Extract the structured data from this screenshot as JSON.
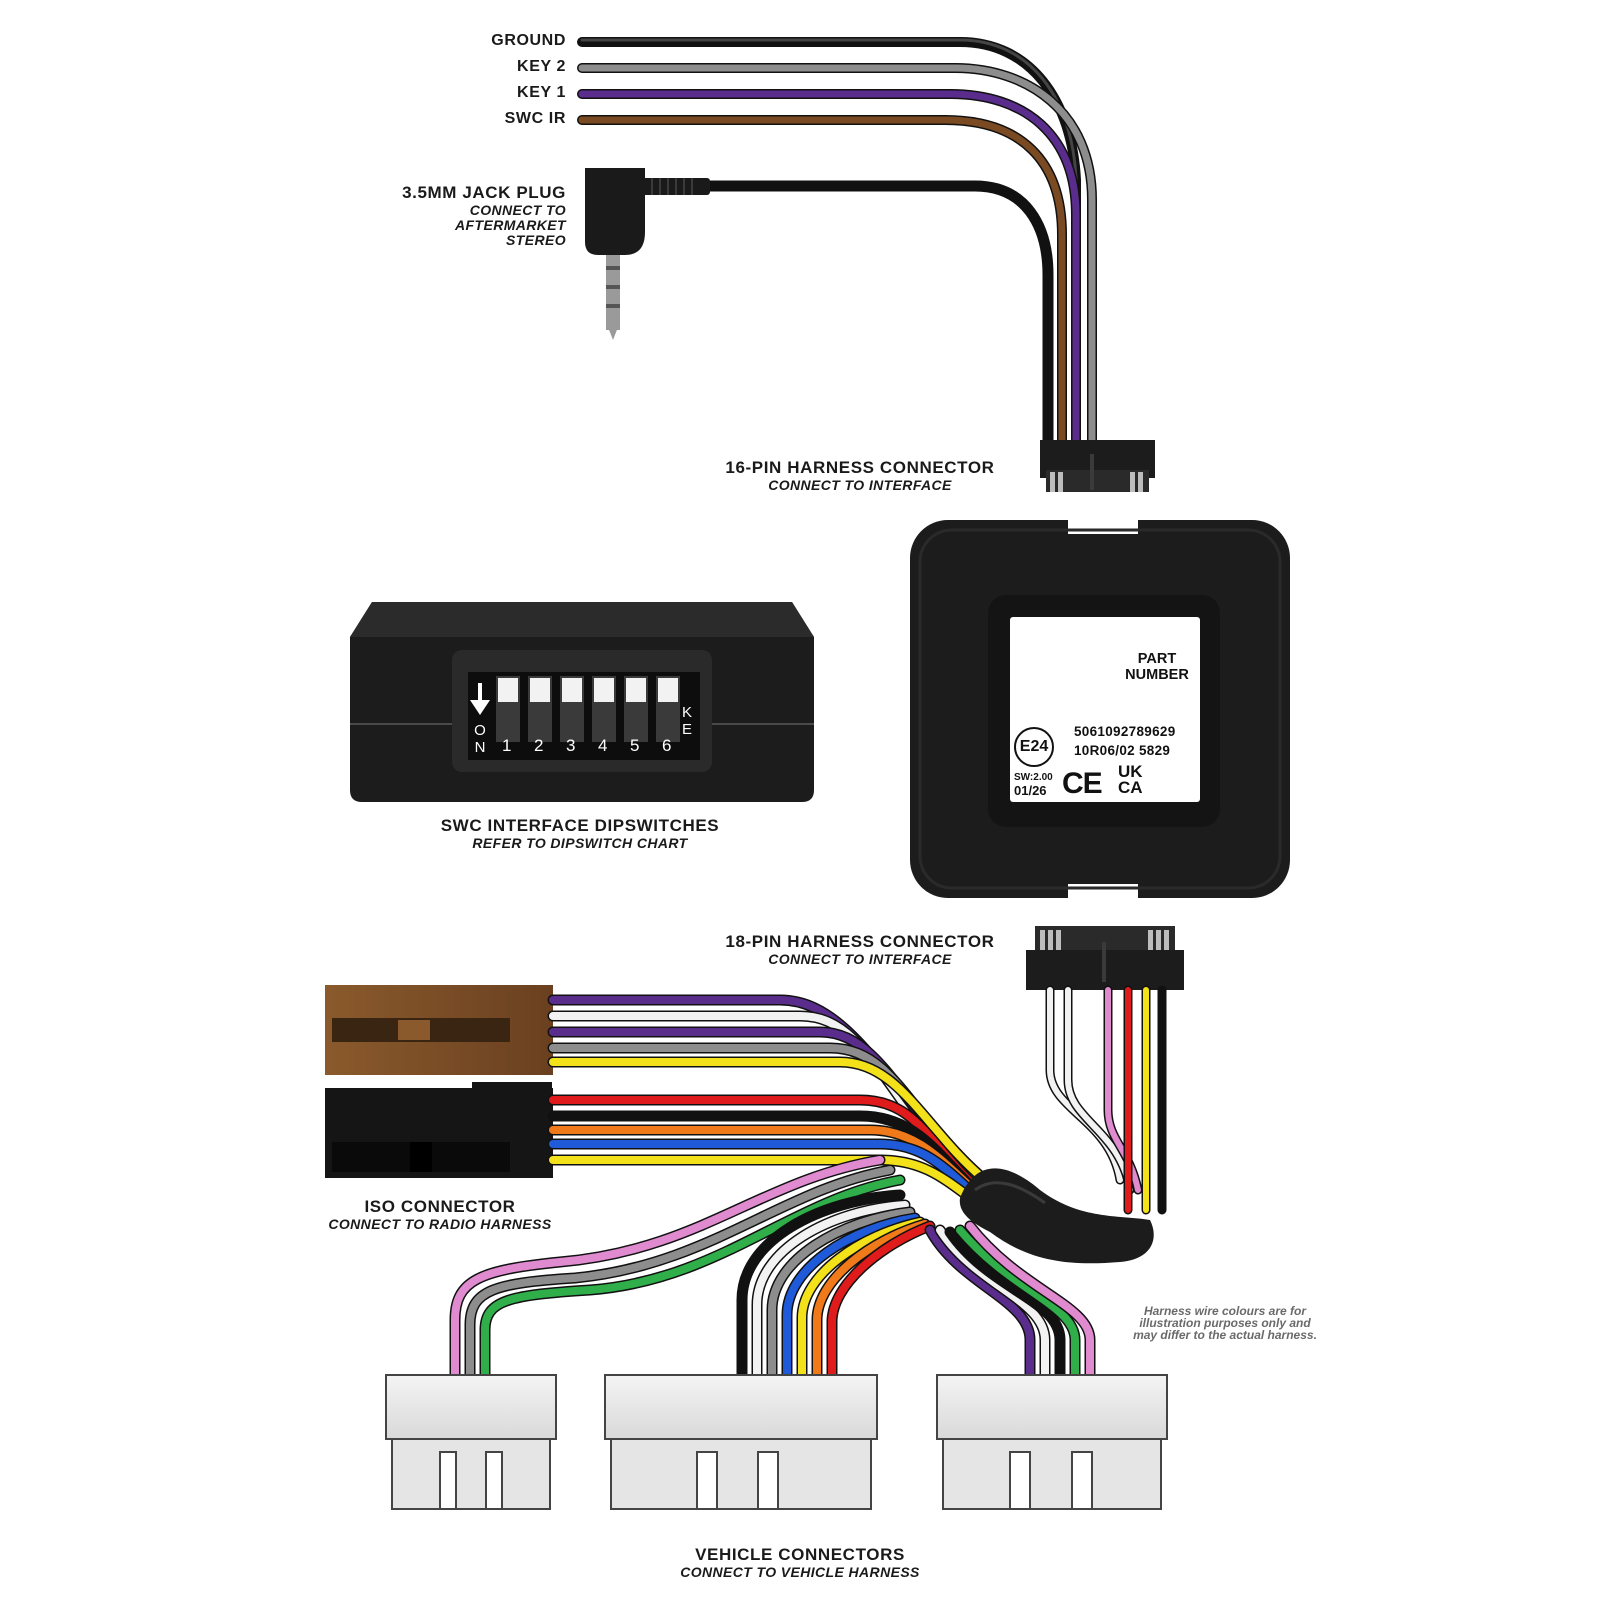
{
  "wires": {
    "ground": "GROUND",
    "key2": "KEY 2",
    "key1": "KEY 1",
    "swc_ir": "SWC IR"
  },
  "jack": {
    "title": "3.5MM JACK PLUG",
    "sub1": "CONNECT TO",
    "sub2": "AFTERMARKET",
    "sub3": "STEREO"
  },
  "pin16": {
    "title": "16-PIN HARNESS CONNECTOR",
    "sub": "CONNECT TO INTERFACE"
  },
  "dip": {
    "title": "SWC INTERFACE DIPSWITCHES",
    "sub": "REFER TO DIPSWITCH CHART",
    "on_label": "O\nN",
    "ke_label": "K\nE",
    "switches": [
      "1",
      "2",
      "3",
      "4",
      "5",
      "6"
    ]
  },
  "interface_label": {
    "part": "PART NUMBER",
    "barcode": "5061092789629",
    "approval": "10R06/02 5829",
    "emark": "E24",
    "sw": "SW:2.00",
    "date": "01/26",
    "ce": "CE",
    "ukca": "UK CA"
  },
  "pin18": {
    "title": "18-PIN HARNESS CONNECTOR",
    "sub": "CONNECT TO INTERFACE"
  },
  "iso": {
    "title": "ISO CONNECTOR",
    "sub": "CONNECT TO RADIO HARNESS"
  },
  "disclaimer": {
    "line1": "Harness wire colours are for",
    "line2": "illustration purposes only and",
    "line3": "may differ to the actual harness."
  },
  "vehicle": {
    "title": "VEHICLE CONNECTORS",
    "sub": "CONNECT TO VEHICLE HARNESS"
  },
  "colors": {
    "black": "#111111",
    "grey": "#8a8a8a",
    "purple": "#5a2d8c",
    "brown": "#7a4a22",
    "red": "#e01b1b",
    "orange": "#f07a1a",
    "yellow": "#f3e11a",
    "blue": "#1f5bd8",
    "green": "#2fae4a",
    "pink": "#e08ad0",
    "white": "#f2f2f2",
    "interface_body": "#1c1c1c"
  }
}
